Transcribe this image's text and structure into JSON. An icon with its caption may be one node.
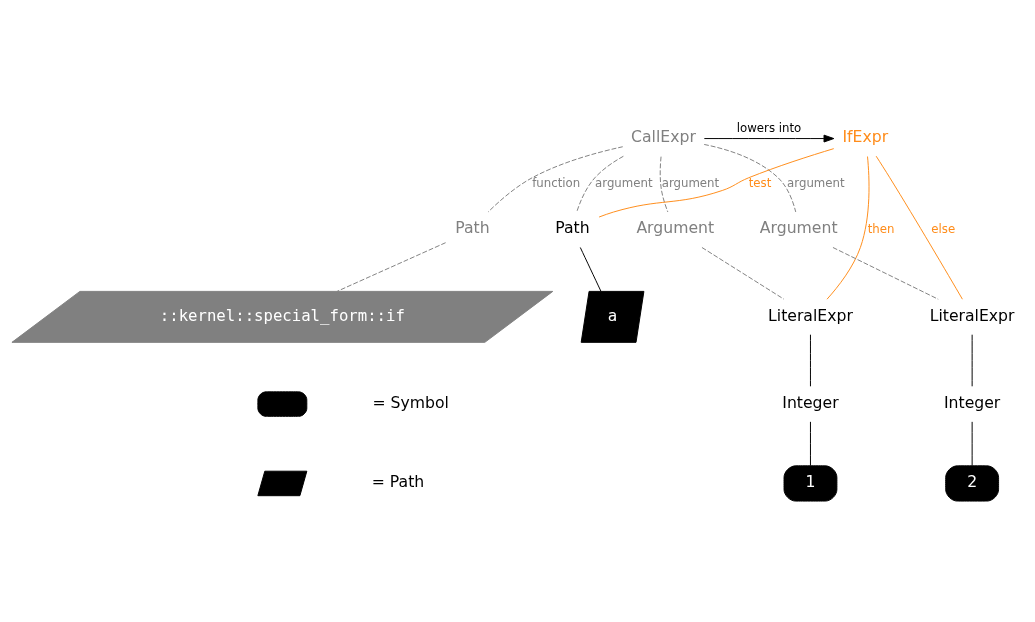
{
  "diagram": {
    "nodes": [
      {
        "text": [
          "CallExpr"
        ]
      },
      {
        "text": [
          "IfExpr"
        ]
      },
      {
        "text": [
          "Path"
        ]
      },
      {
        "text": [
          "Path"
        ]
      },
      {
        "text": [
          "Argument"
        ]
      },
      {
        "text": [
          "Argument"
        ]
      },
      {
        "text": [
          "::kernel::special_form::if"
        ]
      },
      {
        "text": [
          "a"
        ]
      },
      {
        "text": [
          "LiteralExpr"
        ]
      },
      {
        "text": [
          "LiteralExpr"
        ]
      },
      {
        "text": [
          "Integer"
        ]
      },
      {
        "text": [
          "Integer"
        ]
      },
      {
        "text": [
          "1"
        ]
      },
      {
        "text": [
          "2"
        ]
      },
      {
        "text": [],
        "shape": "box"
      },
      {
        "text": [],
        "shape": "parallelogram"
      }
    ],
    "edges": [
      {
        "from": 0,
        "to": 1,
        "arrow": "to",
        "label": "lowers into",
        "color": "#000000"
      },
      {
        "from": 0,
        "to": 2,
        "arrow": "none",
        "label": "function",
        "style": "dashed"
      },
      {
        "from": 0,
        "to": 3,
        "arrow": "none",
        "label": "argument",
        "style": "dashed"
      },
      {
        "from": 0,
        "to": 4,
        "arrow": "none",
        "label": "argument",
        "style": "dashed"
      },
      {
        "from": 0,
        "to": 5,
        "arrow": "none",
        "label": "argument",
        "style": "dashed"
      },
      {
        "from": 1,
        "to": 3,
        "arrow": "none",
        "label": "test",
        "color": "#ff8c1a"
      },
      {
        "from": 1,
        "to": 8,
        "arrow": "none",
        "label": "then",
        "color": "#ff8c1a"
      },
      {
        "from": 1,
        "to": 9,
        "arrow": "none",
        "label": "else",
        "color": "#ff8c1a"
      },
      {
        "from": 2,
        "to": 6,
        "arrow": "none",
        "style": "dashed"
      },
      {
        "from": 3,
        "to": 7,
        "arrow": "none",
        "color": "#000000"
      },
      {
        "from": 4,
        "to": 8,
        "arrow": "none",
        "style": "dashed"
      },
      {
        "from": 5,
        "to": 9,
        "arrow": "none",
        "style": "dashed"
      },
      {
        "from": 8,
        "to": 10,
        "arrow": "none",
        "color": "#000000"
      },
      {
        "from": 10,
        "to": 12,
        "arrow": "none",
        "color": "#000000"
      },
      {
        "from": 9,
        "to": 11,
        "arrow": "none",
        "color": "#000000"
      },
      {
        "from": 11,
        "to": 13,
        "arrow": "none",
        "color": "#000000"
      }
    ],
    "legend": [
      {
        "text": "= Symbol"
      },
      {
        "text": "= Path"
      }
    ]
  }
}
